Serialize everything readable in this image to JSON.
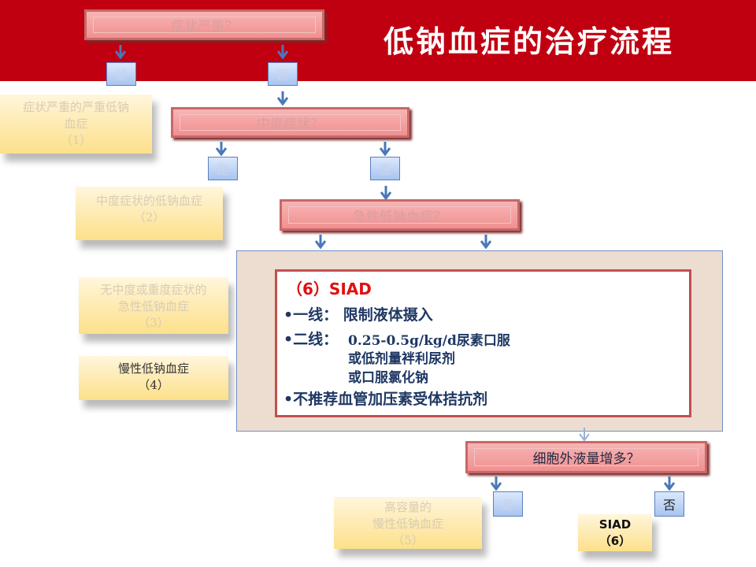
{
  "header": {
    "title": "低钠血症的治疗流程"
  },
  "decisions": {
    "d1": "症状严重？",
    "d2": "中度症状？",
    "d3": "急性低钠血症？",
    "d4": "细胞外液量增多？"
  },
  "answers": {
    "yes": "是",
    "no": "否"
  },
  "results": {
    "r1": {
      "line1": "症状严重的严重低钠",
      "line2": "血症",
      "num": "（1）"
    },
    "r2": {
      "line1": "中度症状的低钠血症",
      "num": "（2）"
    },
    "r3": {
      "line1": "无中度或重度症状的",
      "line2": "急性低钠血症",
      "num": "（3）"
    },
    "r4": {
      "line1": "慢性低钠血症",
      "num": "（4）"
    },
    "r5": {
      "line1": "高容量的",
      "line2": "慢性低钠血症",
      "num": "（5）"
    },
    "r6": {
      "line1": "SIAD",
      "num": "（6）"
    }
  },
  "card": {
    "heading": "（6）SIAD",
    "line1": "•一线：  限制液体摄入",
    "line2a": "•二线：",
    "line2b": "0.25-0.5g/kg/d尿素口服",
    "line3": "或低剂量袢利尿剂",
    "line4": "或口服氯化钠",
    "line5": "•不推荐血管加压素受体拮抗剂"
  },
  "colors": {
    "band": "#c00010",
    "card_border": "#c0504d",
    "heading": "#e01010",
    "text": "#1f3864"
  }
}
